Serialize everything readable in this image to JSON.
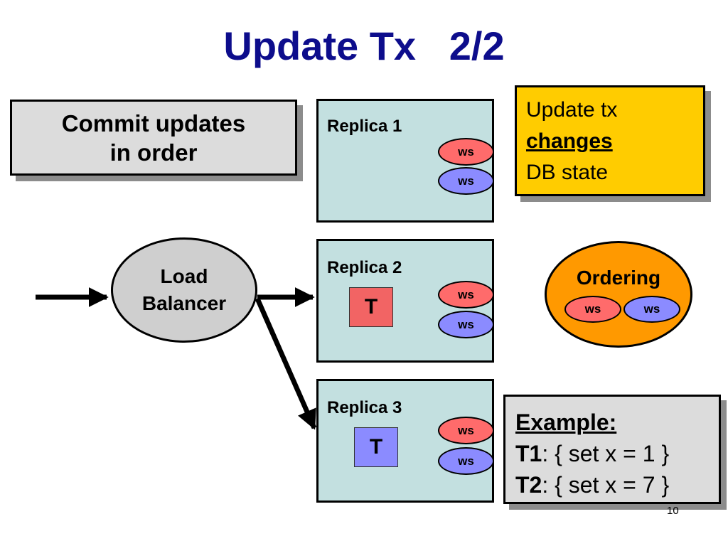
{
  "slide": {
    "title": "Update Tx   2/2",
    "page_number": "10"
  },
  "commit_box": {
    "line1": "Commit updates",
    "line2": "in order"
  },
  "note": {
    "line1": "Update tx",
    "line2": "changes",
    "line3": "DB state"
  },
  "load_balancer": {
    "line1": "Load",
    "line2": "Balancer"
  },
  "replicas": [
    {
      "label": "Replica 1",
      "ws_top": "ws",
      "ws_bottom": "ws"
    },
    {
      "label": "Replica 2",
      "tx": "T",
      "ws_top": "ws",
      "ws_bottom": "ws"
    },
    {
      "label": "Replica 3",
      "tx": "T",
      "ws_top": "ws",
      "ws_bottom": "ws"
    }
  ],
  "ordering": {
    "label": "Ordering",
    "ws_left": "ws",
    "ws_right": "ws"
  },
  "example": {
    "heading": "Example:",
    "t1_name": "T1",
    "t1_body": ": { set x = 1 }",
    "t2_name": "T2",
    "t2_body": ": { set x = 7 }"
  },
  "colors": {
    "title": "#0d0d8c",
    "replica_fill": "#c3e0e0",
    "ws_red": "#ff6b6b",
    "ws_blue": "#8b8bff",
    "note_fill": "#ffcc00",
    "ordering_fill": "#ff9900",
    "box_gray": "#dcdcdc"
  }
}
